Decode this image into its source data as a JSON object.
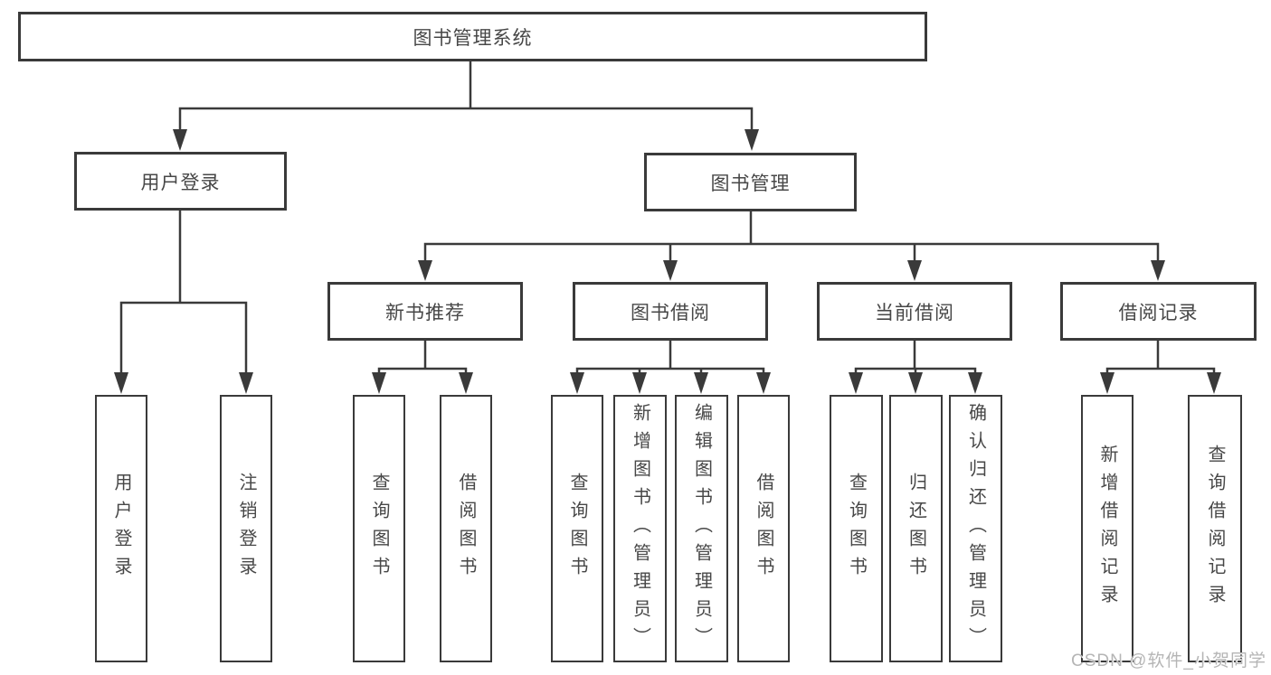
{
  "diagram": {
    "tree": {
      "root": {
        "label": "图书管理系统",
        "children": [
          {
            "label": "用户登录",
            "children": [
              {
                "label": "用户登录"
              },
              {
                "label": "注销登录"
              }
            ]
          },
          {
            "label": "图书管理",
            "children": [
              {
                "label": "新书推荐",
                "children": [
                  {
                    "label": "查询图书"
                  },
                  {
                    "label": "借阅图书"
                  }
                ]
              },
              {
                "label": "图书借阅",
                "children": [
                  {
                    "label": "查询图书"
                  },
                  {
                    "label": "新增图书（管理员）"
                  },
                  {
                    "label": "编辑图书（管理员）"
                  },
                  {
                    "label": "借阅图书"
                  }
                ]
              },
              {
                "label": "当前借阅",
                "children": [
                  {
                    "label": "查询图书"
                  },
                  {
                    "label": "归还图书"
                  },
                  {
                    "label": "确认归还（管理员）"
                  }
                ]
              },
              {
                "label": "借阅记录",
                "children": [
                  {
                    "label": "新增借阅记录"
                  },
                  {
                    "label": "查询借阅记录"
                  }
                ]
              }
            ]
          }
        ]
      }
    },
    "colors": {
      "line": "#3a3a3a",
      "text": "#474747",
      "background": "#ffffff",
      "watermark": "#b5b5b5"
    }
  },
  "watermark": "CSDN @软件_小贺同学"
}
